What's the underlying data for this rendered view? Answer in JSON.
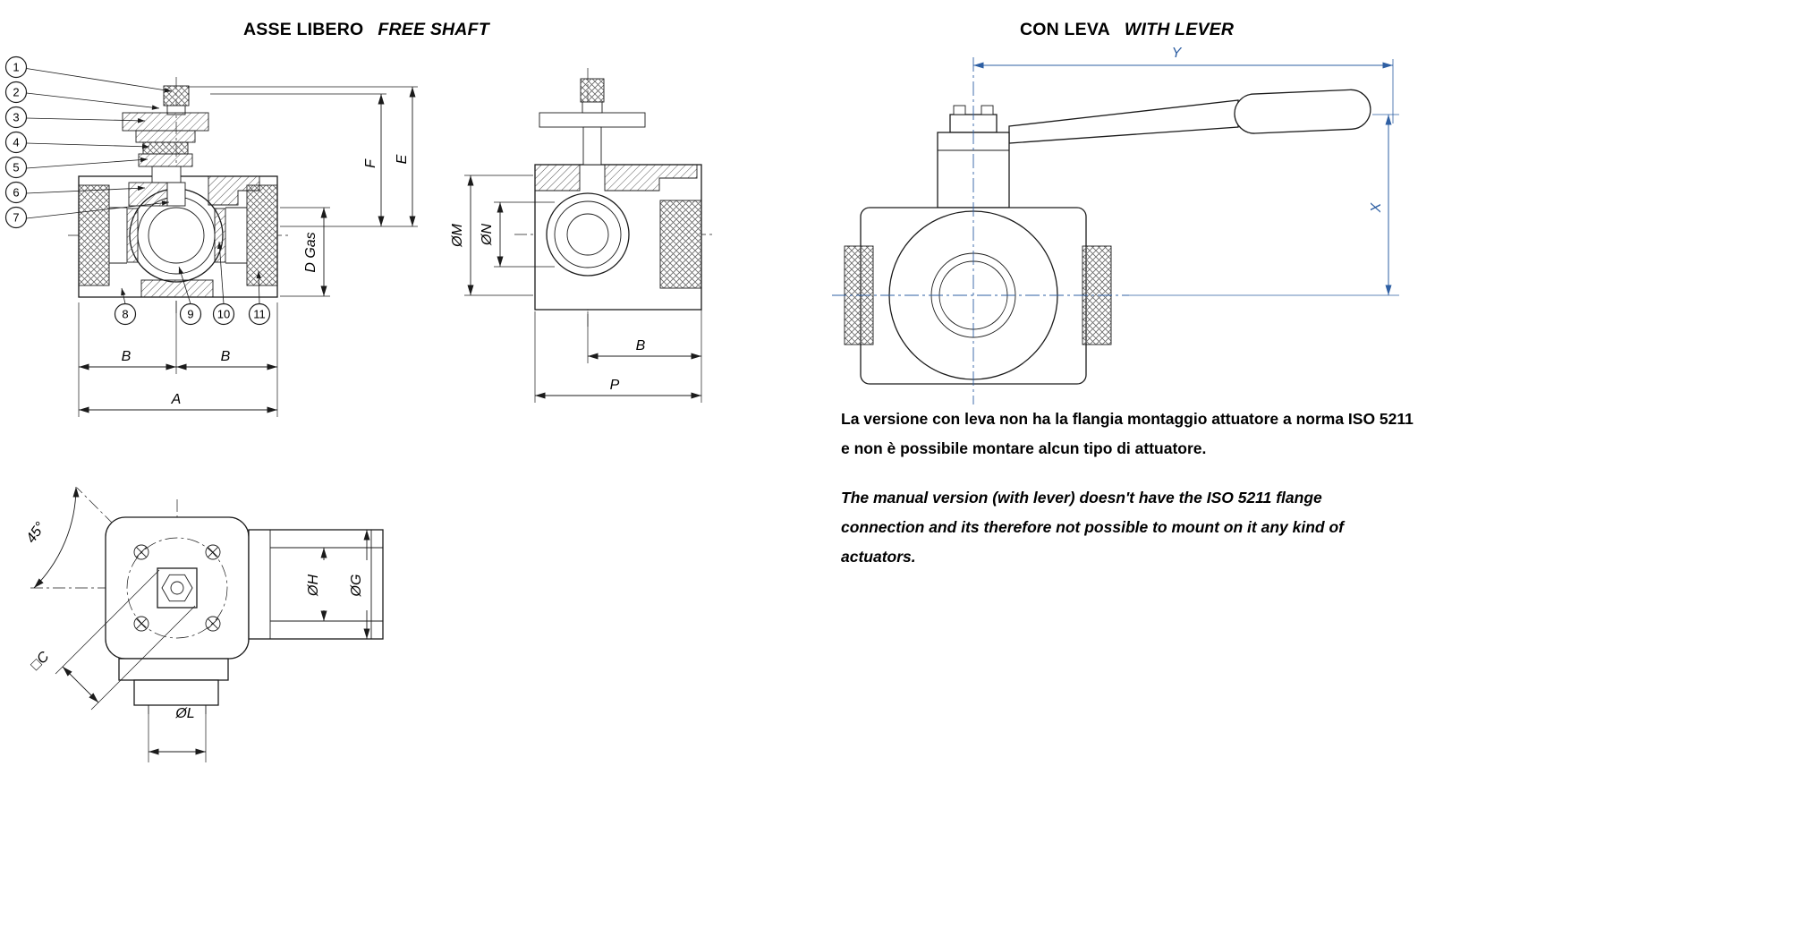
{
  "titles": {
    "left_main": "ASSE LIBERO",
    "left_sub": "FREE SHAFT",
    "right_main": "CON LEVA",
    "right_sub": "WITH LEVER"
  },
  "callouts": [
    "1",
    "2",
    "3",
    "4",
    "5",
    "6",
    "7",
    "8",
    "9",
    "10",
    "11"
  ],
  "labels": {
    "F": "F",
    "E": "E",
    "D_GAS": "D Gas",
    "B": "B",
    "A": "A",
    "OM": "ØM",
    "ON": "ØN",
    "P": "P",
    "ANGLE_45": "45°",
    "SQUARE_C": "□C",
    "OH": "ØH",
    "OG": "ØG",
    "OL": "ØL",
    "Y": "Y",
    "X": "X"
  },
  "notes": {
    "italian": "La versione con leva non ha la flangia montaggio attuatore a norma ISO 5211 e non è possibile montare alcun tipo di attuatore.",
    "english": "The manual version (with lever) doesn't have the ISO 5211 flange connection and its therefore not possible to mount on it any kind of actuators."
  },
  "colors": {
    "line": "#1b1b1b",
    "dimension_blue": "#2e5fa3",
    "background": "#ffffff"
  }
}
